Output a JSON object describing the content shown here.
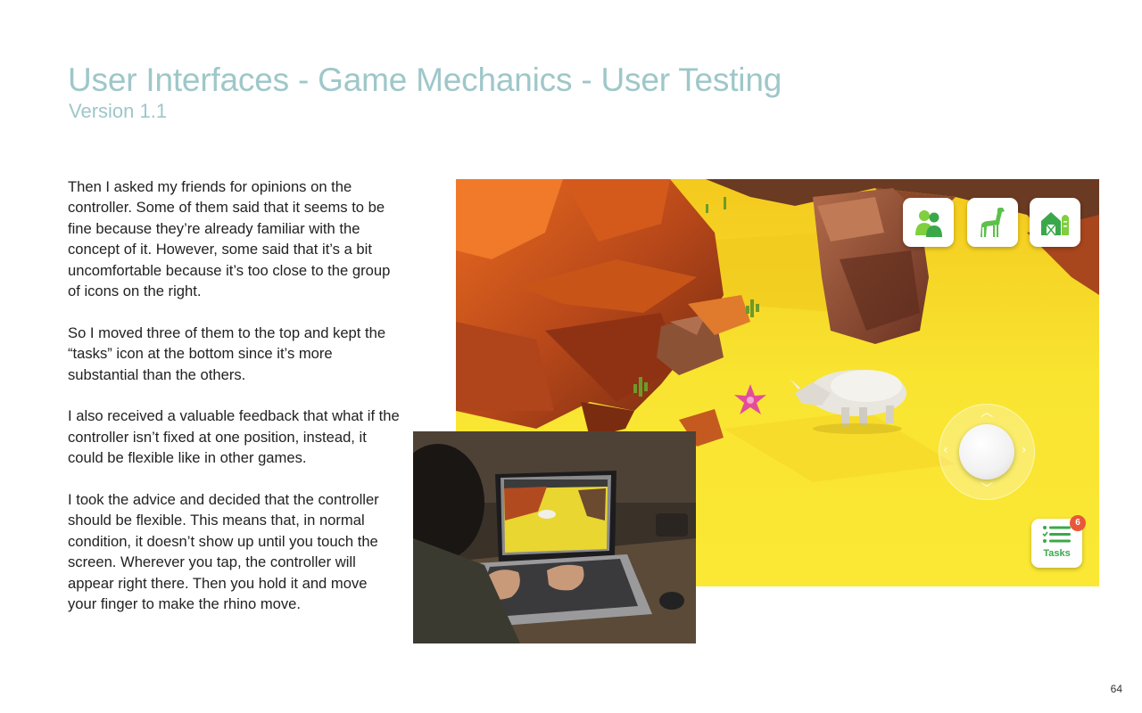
{
  "header": {
    "title": "User Interfaces - Game Mechanics - User Testing",
    "subtitle": "Version 1.1"
  },
  "body": {
    "paragraphs": [
      "Then I asked my friends for opinions on the controller. Some of them said that it seems to be fine because they’re already familiar with the concept of it. However, some said that it’s a bit uncomfortable because it’s too close to the group of icons on the right.",
      "So I moved three of them to the top and kept the “tasks” icon at the bottom since it’s more substantial than the others.",
      "I also received a valuable feedback that what if the controller isn’t fixed at one position, instead, it could be flexible like in other games.",
      "I took the advice and decided that the controller should be flexible. This means that, in normal condition, it doesn’t show up until you touch the screen. Wherever you tap, the controller will appear right there. Then you hold it and move your finger to make the rhino move."
    ]
  },
  "game_ui": {
    "top_icons": [
      "friends-icon",
      "giraffe-icon",
      "farm-barn-icon"
    ],
    "joystick_icon": "joystick-icon",
    "tasks": {
      "label": "Tasks",
      "badge_count": "6",
      "icon": "checklist-icon"
    },
    "accent_color": "#3aa84a",
    "badge_color": "#e8573a"
  },
  "footer": {
    "page_number": "64"
  }
}
